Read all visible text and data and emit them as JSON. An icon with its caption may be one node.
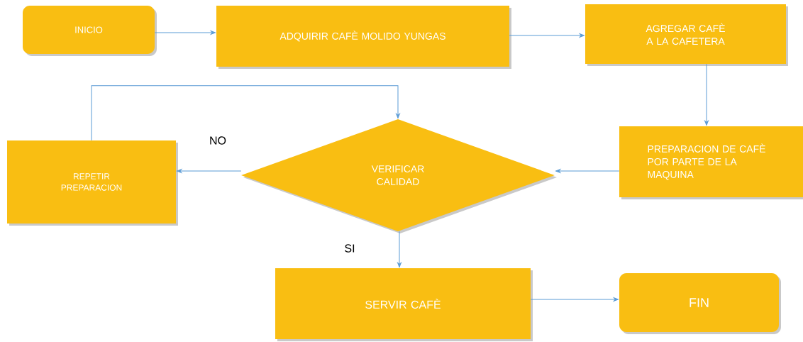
{
  "diagram": {
    "nodes": [
      {
        "text": [
          "INICIO"
        ]
      },
      {
        "text": [
          "ADQUIRIR CAFÈ MOLIDO YUNGAS"
        ]
      },
      {
        "text": [
          "AGREGAR CAFÈ A LA CAFETERA"
        ]
      },
      {
        "text": [
          "PREPARACION DE CAFÈ POR PARTE DE LA MAQUINA"
        ]
      },
      {
        "text": [
          "VERIFICAR CALIDAD"
        ]
      },
      {
        "text": [
          "REPETIR PREPARACION"
        ]
      },
      {
        "text": [
          "SERVIR CAFÈ"
        ]
      },
      {
        "text": [
          "FIN"
        ]
      }
    ],
    "edges": [
      {
        "from": 0,
        "to": 1,
        "arrow": "to"
      },
      {
        "from": 1,
        "to": 2,
        "arrow": "to"
      },
      {
        "from": 2,
        "to": 3,
        "arrow": "to"
      },
      {
        "from": 3,
        "to": 4,
        "arrow": "to"
      },
      {
        "from": 4,
        "to": 5,
        "arrow": "to",
        "label": "NO"
      },
      {
        "from": 5,
        "to": 4,
        "arrow": "to"
      },
      {
        "from": 4,
        "to": 6,
        "arrow": "to",
        "label": "SI"
      },
      {
        "from": 6,
        "to": 7,
        "arrow": "to"
      }
    ]
  }
}
